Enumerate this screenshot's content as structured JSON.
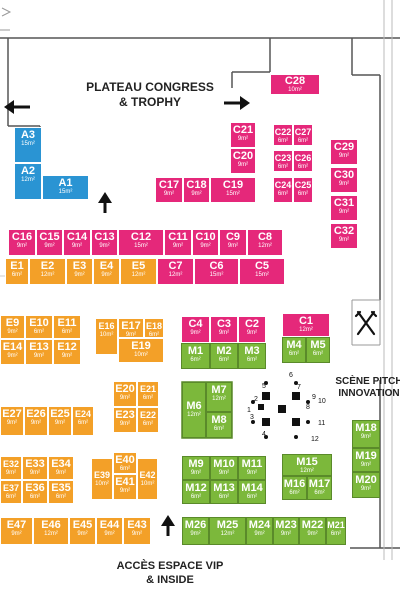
{
  "map": {
    "labels": {
      "plateau_line1": "PLATEAU CONGRESS",
      "plateau_line2": "& TROPHY",
      "scene_line1": "SCÈNE PITCH",
      "scene_line2": "INNOVATION",
      "vip_line1": "ACCÈS ESPACE VIP",
      "vip_line2": "& INSIDE"
    },
    "icons": {
      "restaurant": "fork-and-knife-icon",
      "arrows": [
        "left-arrow-icon",
        "right-arrow-icon",
        "up-arrow-icon",
        "up-arrow-icon"
      ]
    },
    "colors": {
      "pink": "#e5287a",
      "orange": "#f3a028",
      "green": "#7cb83b",
      "blue": "#2a94d3"
    },
    "pitch_tables": [
      "1",
      "2",
      "3",
      "4",
      "5",
      "6",
      "7",
      "8",
      "9",
      "10",
      "11",
      "12"
    ],
    "booths": [
      {
        "id": "C28",
        "size": "10m²",
        "color": "pink"
      },
      {
        "id": "C21",
        "size": "9m²",
        "color": "pink"
      },
      {
        "id": "C22",
        "size": "6m²",
        "color": "pink"
      },
      {
        "id": "C27",
        "size": "6m²",
        "color": "pink"
      },
      {
        "id": "C20",
        "size": "9m²",
        "color": "pink"
      },
      {
        "id": "C23",
        "size": "6m²",
        "color": "pink"
      },
      {
        "id": "C26",
        "size": "6m²",
        "color": "pink"
      },
      {
        "id": "C17",
        "size": "9m²",
        "color": "pink"
      },
      {
        "id": "C18",
        "size": "9m²",
        "color": "pink"
      },
      {
        "id": "C19",
        "size": "15m²",
        "color": "pink"
      },
      {
        "id": "C24",
        "size": "6m²",
        "color": "pink"
      },
      {
        "id": "C25",
        "size": "6m²",
        "color": "pink"
      },
      {
        "id": "C29",
        "size": "9m²",
        "color": "pink"
      },
      {
        "id": "C30",
        "size": "9m²",
        "color": "pink"
      },
      {
        "id": "C31",
        "size": "9m²",
        "color": "pink"
      },
      {
        "id": "C32",
        "size": "9m²",
        "color": "pink"
      },
      {
        "id": "A3",
        "size": "15m²",
        "color": "blue"
      },
      {
        "id": "A2",
        "size": "12m²",
        "color": "blue"
      },
      {
        "id": "A1",
        "size": "15m²",
        "color": "blue"
      },
      {
        "id": "C16",
        "size": "9m²",
        "color": "pink"
      },
      {
        "id": "C15",
        "size": "9m²",
        "color": "pink"
      },
      {
        "id": "C14",
        "size": "9m²",
        "color": "pink"
      },
      {
        "id": "C13",
        "size": "9m²",
        "color": "pink"
      },
      {
        "id": "C12",
        "size": "15m²",
        "color": "pink"
      },
      {
        "id": "C11",
        "size": "9m²",
        "color": "pink"
      },
      {
        "id": "C10",
        "size": "9m²",
        "color": "pink"
      },
      {
        "id": "C9",
        "size": "9m²",
        "color": "pink"
      },
      {
        "id": "C8",
        "size": "12m²",
        "color": "pink"
      },
      {
        "id": "E1",
        "size": "6m²",
        "color": "orange"
      },
      {
        "id": "E2",
        "size": "12m²",
        "color": "orange"
      },
      {
        "id": "E3",
        "size": "9m²",
        "color": "orange"
      },
      {
        "id": "E4",
        "size": "9m²",
        "color": "orange"
      },
      {
        "id": "E5",
        "size": "12m²",
        "color": "orange"
      },
      {
        "id": "C7",
        "size": "12m²",
        "color": "pink"
      },
      {
        "id": "C6",
        "size": "15m²",
        "color": "pink"
      },
      {
        "id": "C5",
        "size": "15m²",
        "color": "pink"
      },
      {
        "id": "E9",
        "size": "9m²",
        "color": "orange"
      },
      {
        "id": "E10",
        "size": "6m²",
        "color": "orange"
      },
      {
        "id": "E11",
        "size": "6m²",
        "color": "orange"
      },
      {
        "id": "E14",
        "size": "9m²",
        "color": "orange"
      },
      {
        "id": "E13",
        "size": "9m²",
        "color": "orange"
      },
      {
        "id": "E12",
        "size": "9m²",
        "color": "orange"
      },
      {
        "id": "E16",
        "size": "10m²",
        "color": "orange"
      },
      {
        "id": "E17",
        "size": "9m²",
        "color": "orange"
      },
      {
        "id": "E18",
        "size": "6m²",
        "color": "orange"
      },
      {
        "id": "E19",
        "size": "10m²",
        "color": "orange"
      },
      {
        "id": "C4",
        "size": "9m²",
        "color": "pink"
      },
      {
        "id": "C3",
        "size": "9m²",
        "color": "pink"
      },
      {
        "id": "C2",
        "size": "9m²",
        "color": "pink"
      },
      {
        "id": "C1",
        "size": "12m²",
        "color": "pink"
      },
      {
        "id": "M1",
        "size": "6m²",
        "color": "green"
      },
      {
        "id": "M2",
        "size": "6m²",
        "color": "green"
      },
      {
        "id": "M3",
        "size": "6m²",
        "color": "green"
      },
      {
        "id": "M4",
        "size": "6m²",
        "color": "green"
      },
      {
        "id": "M5",
        "size": "6m²",
        "color": "green"
      },
      {
        "id": "E20",
        "size": "9m²",
        "color": "orange"
      },
      {
        "id": "E21",
        "size": "6m²",
        "color": "orange"
      },
      {
        "id": "E23",
        "size": "9m²",
        "color": "orange"
      },
      {
        "id": "E22",
        "size": "6m²",
        "color": "orange"
      },
      {
        "id": "M6",
        "size": "12m²",
        "color": "green"
      },
      {
        "id": "M7",
        "size": "12m²",
        "color": "green"
      },
      {
        "id": "M8",
        "size": "6m²",
        "color": "green"
      },
      {
        "id": "E27",
        "size": "9m²",
        "color": "orange"
      },
      {
        "id": "E26",
        "size": "9m²",
        "color": "orange"
      },
      {
        "id": "E25",
        "size": "9m²",
        "color": "orange"
      },
      {
        "id": "E24",
        "size": "6m²",
        "color": "orange"
      },
      {
        "id": "M18",
        "size": "9m²",
        "color": "green"
      },
      {
        "id": "M19",
        "size": "9m²",
        "color": "green"
      },
      {
        "id": "M20",
        "size": "9m²",
        "color": "green"
      },
      {
        "id": "E32",
        "size": "9m²",
        "color": "orange"
      },
      {
        "id": "E33",
        "size": "9m²",
        "color": "orange"
      },
      {
        "id": "E34",
        "size": "9m²",
        "color": "orange"
      },
      {
        "id": "E37",
        "size": "6m²",
        "color": "orange"
      },
      {
        "id": "E36",
        "size": "6m²",
        "color": "orange"
      },
      {
        "id": "E35",
        "size": "6m²",
        "color": "orange"
      },
      {
        "id": "E39",
        "size": "10m²",
        "color": "orange"
      },
      {
        "id": "E40",
        "size": "6m²",
        "color": "orange"
      },
      {
        "id": "E42",
        "size": "10m²",
        "color": "orange"
      },
      {
        "id": "E41",
        "size": "9m²",
        "color": "orange"
      },
      {
        "id": "M9",
        "size": "9m²",
        "color": "green"
      },
      {
        "id": "M10",
        "size": "9m²",
        "color": "green"
      },
      {
        "id": "M11",
        "size": "9m²",
        "color": "green"
      },
      {
        "id": "M12",
        "size": "6m²",
        "color": "green"
      },
      {
        "id": "M13",
        "size": "6m²",
        "color": "green"
      },
      {
        "id": "M14",
        "size": "6m²",
        "color": "green"
      },
      {
        "id": "M15",
        "size": "12m²",
        "color": "green"
      },
      {
        "id": "M16",
        "size": "6m²",
        "color": "green"
      },
      {
        "id": "M17",
        "size": "6m²",
        "color": "green"
      },
      {
        "id": "E47",
        "size": "9m²",
        "color": "orange"
      },
      {
        "id": "E46",
        "size": "12m²",
        "color": "orange"
      },
      {
        "id": "E45",
        "size": "9m²",
        "color": "orange"
      },
      {
        "id": "E44",
        "size": "9m²",
        "color": "orange"
      },
      {
        "id": "E43",
        "size": "9m²",
        "color": "orange"
      },
      {
        "id": "M26",
        "size": "9m²",
        "color": "green"
      },
      {
        "id": "M25",
        "size": "12m²",
        "color": "green"
      },
      {
        "id": "M24",
        "size": "9m²",
        "color": "green"
      },
      {
        "id": "M23",
        "size": "9m²",
        "color": "green"
      },
      {
        "id": "M22",
        "size": "9m²",
        "color": "green"
      },
      {
        "id": "M21",
        "size": "6m²",
        "color": "green"
      }
    ]
  }
}
